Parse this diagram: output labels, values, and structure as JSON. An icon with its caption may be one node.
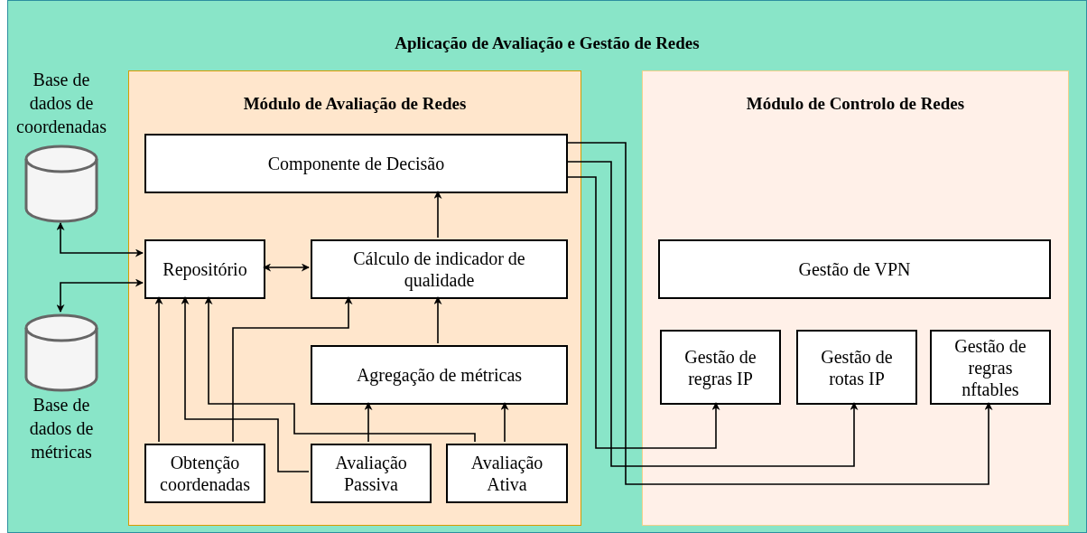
{
  "diagram": {
    "nodes": [
      {
        "text": [
          "Aplicação de Avaliação e Gestão de Redes"
        ]
      },
      {
        "text": [
          "Módulo de Avaliação de Redes"
        ],
        "in": 0
      },
      {
        "text": [
          "Módulo de Controlo de Redes"
        ],
        "in": 0
      },
      {
        "text": [
          "Componente de Decisão"
        ],
        "in": 1
      },
      {
        "text": [
          "Repositório"
        ],
        "in": 1
      },
      {
        "text": [
          "Cálculo de indicador de qualidade"
        ],
        "in": 1
      },
      {
        "text": [
          "Agregação de métricas"
        ],
        "in": 1
      },
      {
        "text": [
          "Obtenção coordenadas"
        ],
        "in": 1
      },
      {
        "text": [
          "Avaliação Passiva"
        ],
        "in": 1
      },
      {
        "text": [
          "Avaliação Ativa"
        ],
        "in": 1
      },
      {
        "text": [
          "Gestão de VPN"
        ],
        "in": 2
      },
      {
        "text": [
          "Gestão de regras IP"
        ],
        "in": 2
      },
      {
        "text": [
          "Gestão de rotas IP"
        ],
        "in": 2
      },
      {
        "text": [
          "Gestão de regras nftables"
        ],
        "in": 2
      },
      {
        "text": [
          "Base de dados de coordenadas"
        ],
        "in": 0
      },
      {
        "text": [
          "Base de dados de métricas"
        ],
        "in": 0
      }
    ],
    "edges": [
      {
        "from": 14,
        "to": 4,
        "arrow": "both"
      },
      {
        "from": 4,
        "to": 15,
        "arrow": "both"
      },
      {
        "from": 4,
        "to": 5,
        "arrow": "both"
      },
      {
        "from": 7,
        "to": 4,
        "arrow": "to"
      },
      {
        "from": 7,
        "to": 5,
        "arrow": "to"
      },
      {
        "from": 8,
        "to": 4,
        "arrow": "to"
      },
      {
        "from": 9,
        "to": 4,
        "arrow": "to"
      },
      {
        "from": 8,
        "to": 6,
        "arrow": "to"
      },
      {
        "from": 9,
        "to": 6,
        "arrow": "to"
      },
      {
        "from": 6,
        "to": 5,
        "arrow": "to"
      },
      {
        "from": 5,
        "to": 3,
        "arrow": "to"
      },
      {
        "from": 3,
        "to": 13,
        "arrow": "to"
      },
      {
        "from": 3,
        "to": 12,
        "arrow": "to"
      },
      {
        "from": 3,
        "to": 11,
        "arrow": "to"
      }
    ]
  }
}
